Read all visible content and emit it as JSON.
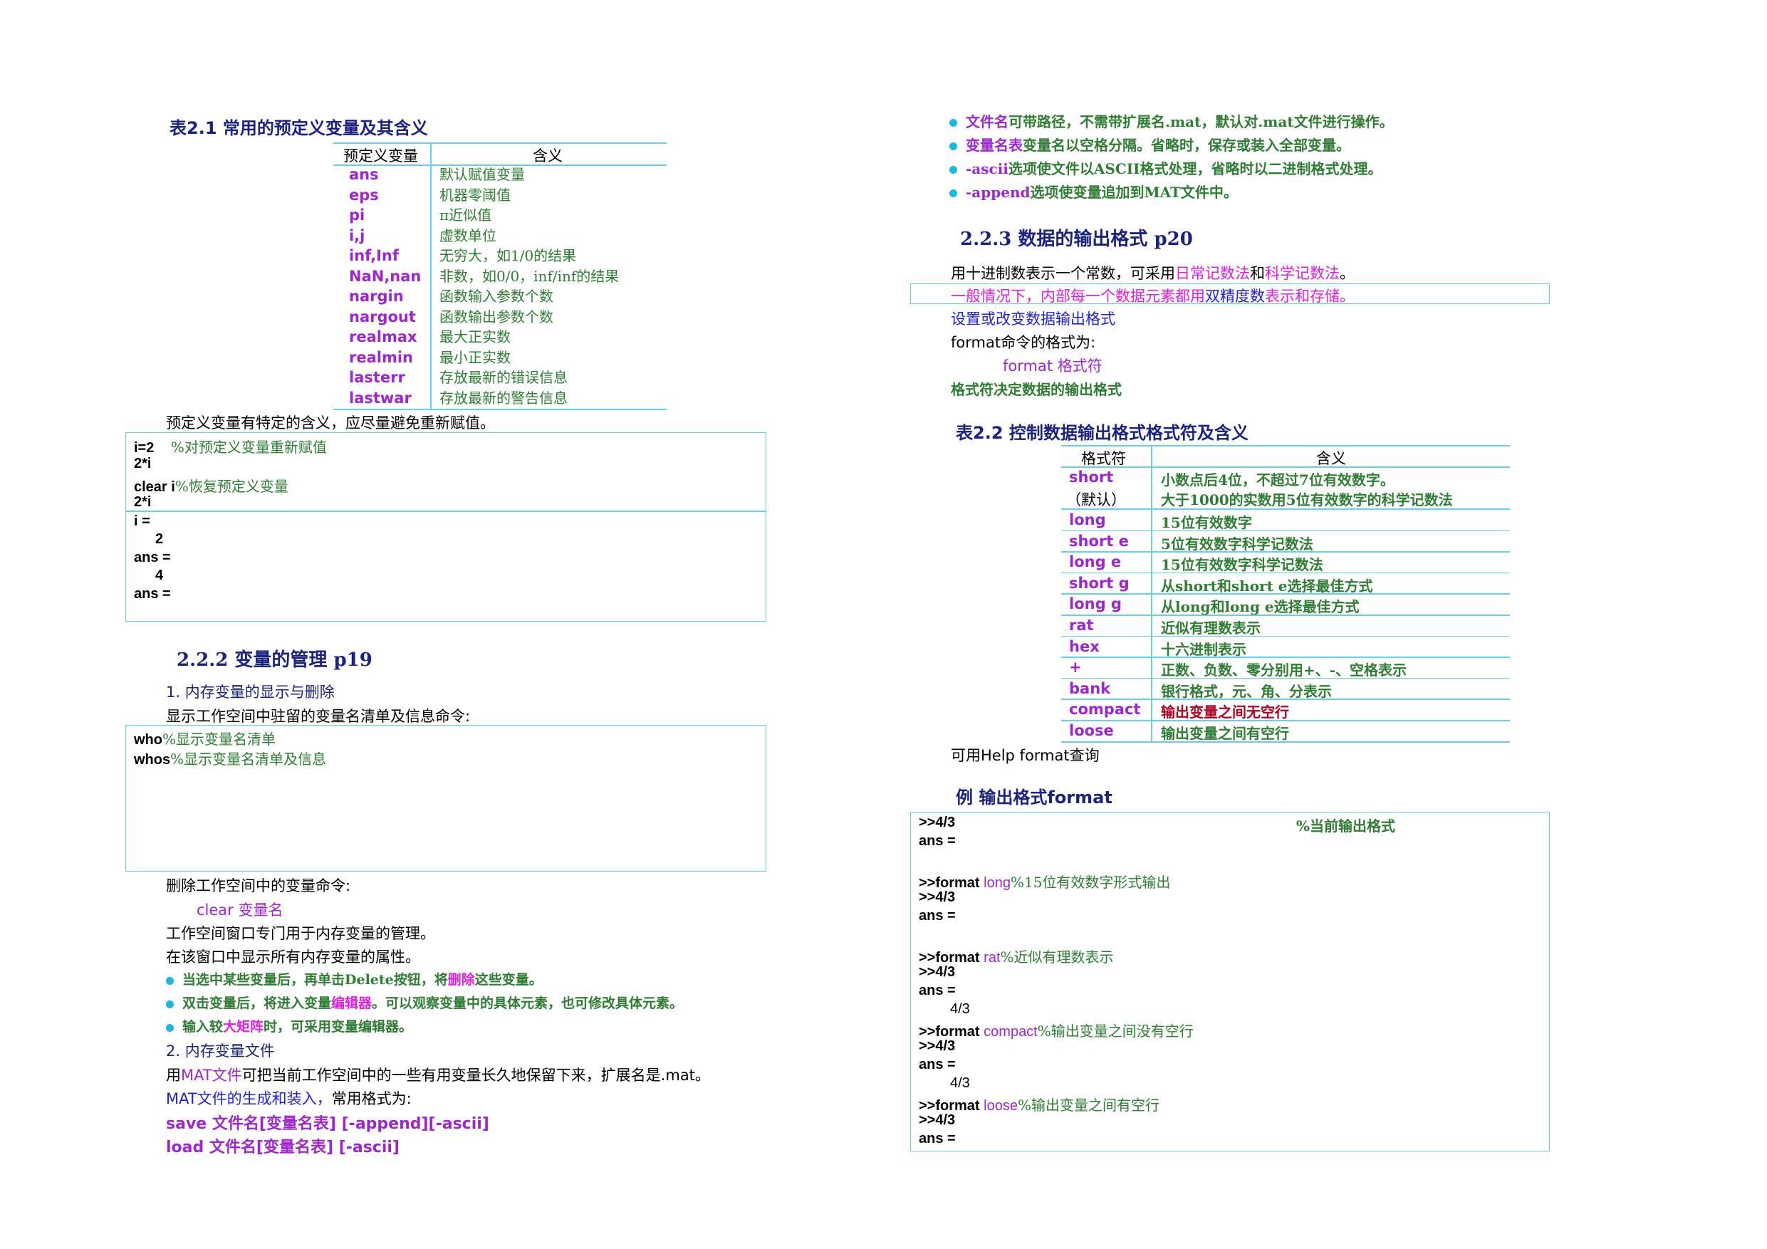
{
  "table21": {
    "title": "表2.1 常用的预定义变量及其含义",
    "col1": "预定义变量",
    "col2": "含义",
    "names": [
      "ans",
      "eps",
      "pi",
      "i,j",
      "inf,Inf",
      "NaN,nan",
      "nargin",
      "nargout",
      "realmax",
      "realmin",
      "lasterr",
      "lastwar"
    ],
    "meanings": [
      "默认赋值变量",
      "机器零阈值",
      "π近似值",
      "虚数单位",
      "无穷大，如1/0的结果",
      "非数，如0/0，inf/inf的结果",
      "函数输入参数个数",
      "函数输出参数个数",
      "最大正实数",
      "最小正实数",
      "存放最新的错误信息",
      "存放最新的警告信息"
    ],
    "note": "预定义变量有特定的含义，应尽量避免重新赋值。"
  },
  "code1": {
    "l1a": "i=2",
    "l1b": "%对预定义变量重新赋值",
    "l2": "2*i",
    "l3a": "clear i",
    "l3b": "%恢复预定义变量",
    "l4": "2*i",
    "o1": "i =",
    "o2": "2",
    "o3": "ans =",
    "o4": "4",
    "o5": "ans ="
  },
  "section222": {
    "heading": "2.2.2 变量的管理 p19",
    "sub1": "1. 内存变量的显示与删除",
    "line1": "显示工作空间中驻留的变量名清单及信息命令:",
    "who_cmd": "who",
    "who_comment": "%显示变量名清单",
    "whos_cmd": "whos",
    "whos_comment": "%显示变量名清单及信息",
    "del_line": "删除工作空间中的变量命令:",
    "clear_cmd": "clear 变量名",
    "ws1": "工作空间窗口专门用于内存变量的管理。",
    "ws2": "在该窗口中显示所有内存变量的属性。",
    "b1a": "当选中某些变量后，再单击Delete按钮，将",
    "b1b": "删除",
    "b1c": "这些变量。",
    "b2a": "双击变量后，将进入变量",
    "b2b": "编辑器",
    "b2c": "。可以观察变量中的具体元素，也可修改具体元素。",
    "b3a": "输入较",
    "b3b": "大矩阵",
    "b3c": "时，可采用变量编辑器。",
    "sub2": "2. 内存变量文件",
    "mat1a": "用",
    "mat1b": "MAT文件",
    "mat1c": "可把当前工作空间中的一些有用变量长久地保留下来，扩展名是.mat。",
    "mat2a": "MAT文件的生成和装入，",
    "mat2b": "常用格式为:",
    "save_cmd": "save 文件名[变量名表] [-append][-ascii]",
    "load_cmd": "load 文件名[变量名表] [-ascii]"
  },
  "right_bullets": [
    {
      "a": "文件名",
      "b": "可带路径，不需带扩展名.mat，默认对.mat文件进行操作。"
    },
    {
      "a": "变量名表",
      "b": "变量名以空格分隔。省略时，保存或装入全部变量。"
    },
    {
      "a": "-ascii",
      "b": "选项使文件以ASCII格式处理，省略时以二进制格式处理。"
    },
    {
      "a": "-append",
      "b": "选项使变量追加到MAT文件中。"
    }
  ],
  "section223": {
    "heading": "2.2.3 数据的输出格式 p20",
    "l1a": "用十进制数表示一个常数，可采用",
    "l1b": "日常记数法",
    "l1c": "和",
    "l1d": "科学记数法",
    "l1e": "。",
    "l2a": "一般情况下，内部每一个数据元素都用",
    "l2b": "双精度数",
    "l2c": "表示和存储。",
    "l3": "设置或改变数据输出格式",
    "l4": "format命令的格式为:",
    "l5": "format  格式符",
    "l6": "格式符决定数据的输出格式"
  },
  "table22": {
    "title": "表2.2 控制数据输出格式格式符及含义",
    "col1": "格式符",
    "col2": "含义",
    "rows": [
      {
        "k": "short",
        "k2": "（默认）",
        "v": "小数点后4位，不超过7位有效数字。",
        "v2": "大于1000的实数用5位有效数字的科学记数法"
      },
      {
        "k": "long",
        "v": "15位有效数字"
      },
      {
        "k": "short e",
        "v": "5位有效数字科学记数法"
      },
      {
        "k": "long e",
        "v": "15位有效数字科学记数法"
      },
      {
        "k": "short g",
        "v": "从short和short e选择最佳方式"
      },
      {
        "k": "long g",
        "v": "从long和long e选择最佳方式"
      },
      {
        "k": "rat",
        "v": "近似有理数表示"
      },
      {
        "k": "hex",
        "v": "十六进制表示"
      },
      {
        "k": "+",
        "v": "正数、负数、零分别用+、-、空格表示"
      },
      {
        "k": "bank",
        "v": "银行格式，元、角、分表示"
      },
      {
        "k": "compact",
        "v": "输出变量之间无空行"
      },
      {
        "k": "loose",
        "v": "输出变量之间有空行"
      }
    ],
    "help": "可用Help format查询"
  },
  "example": {
    "heading": "例 输出格式format",
    "current_comment": "%当前输出格式",
    "c1": ">>4/3",
    "c2": "ans =",
    "f1": ">>format ",
    "f1k": "long",
    "f1c": "%15位有效数字形式输出",
    "c3": ">>4/3",
    "c4": "ans =",
    "f2": ">>format ",
    "f2k": "rat",
    "f2c": "%近似有理数表示",
    "c5": ">>4/3",
    "c6": "ans =",
    "c7": "4/3",
    "f3": ">>format ",
    "f3k": "compact",
    "f3c": "%输出变量之间没有空行",
    "c8": ">>4/3",
    "c9": "ans =",
    "c10": "4/3",
    "f4": ">>format ",
    "f4k": "loose",
    "f4c": "%输出变量之间有空行",
    "c11": ">>4/3",
    "c12": "ans ="
  }
}
